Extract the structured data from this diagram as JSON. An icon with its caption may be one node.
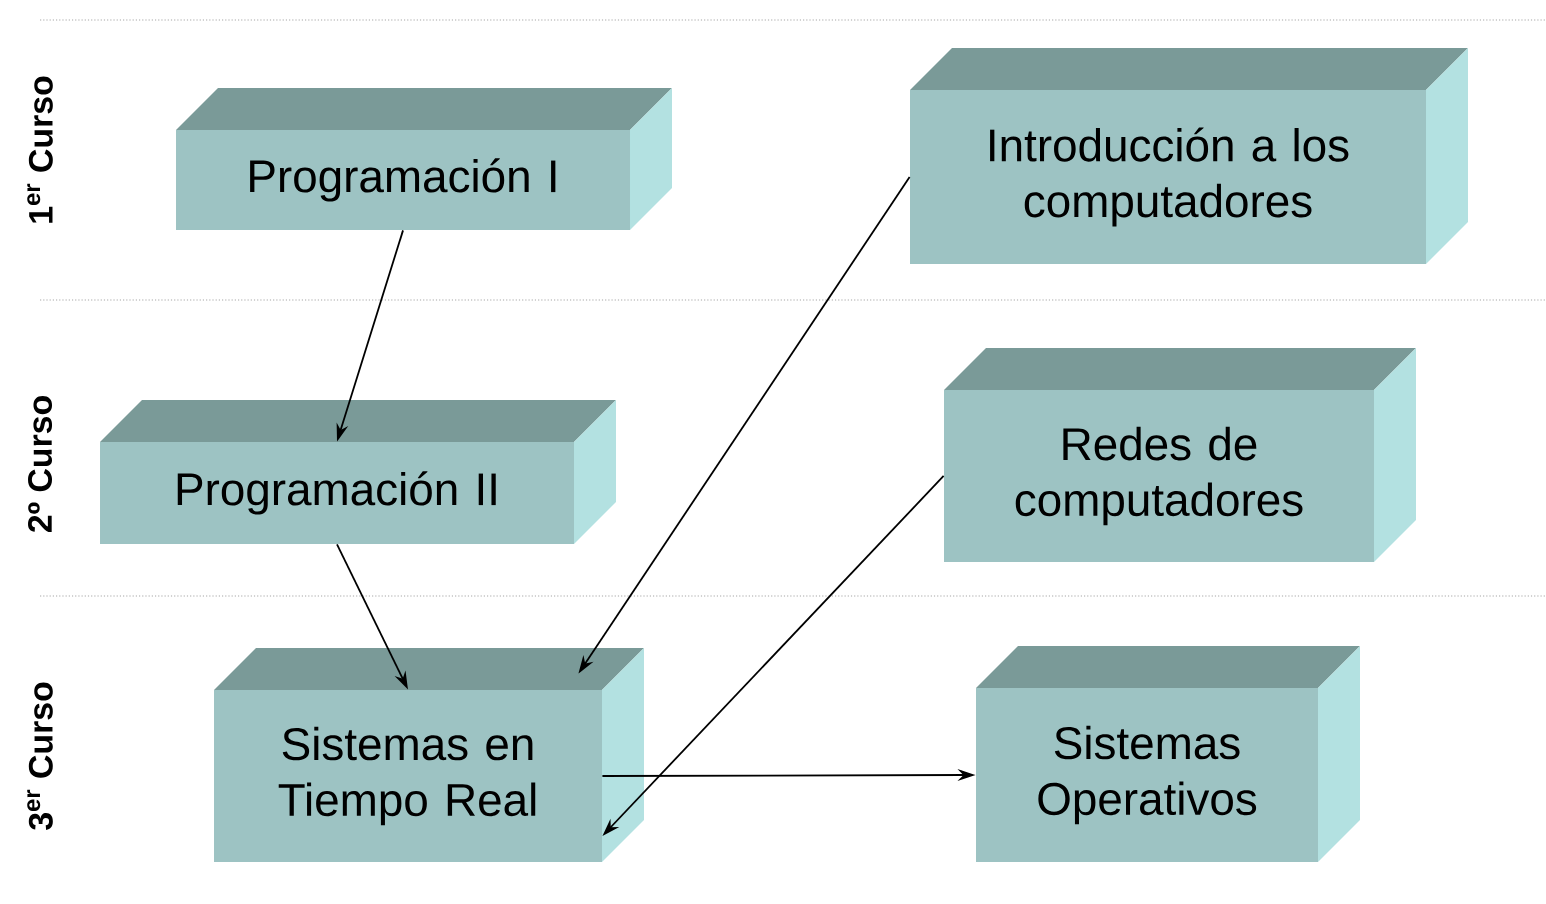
{
  "diagram": {
    "nodes": [
      {
        "text": [
          "Programación I"
        ]
      },
      {
        "text": [
          "Introducción a los computadores"
        ]
      },
      {
        "text": [
          "Programación II"
        ]
      },
      {
        "text": [
          "Redes de computadores"
        ]
      },
      {
        "text": [
          "Sistemas en Tiempo Real"
        ]
      },
      {
        "text": [
          "Sistemas Operativos"
        ]
      }
    ],
    "edges": [
      {
        "from": 0,
        "to": 2,
        "arrow": "to"
      },
      {
        "from": 2,
        "to": 4,
        "arrow": "to"
      },
      {
        "from": 1,
        "to": 4,
        "arrow": "to"
      },
      {
        "from": 3,
        "to": 4,
        "arrow": "to"
      },
      {
        "from": 4,
        "to": 5,
        "arrow": "to"
      }
    ],
    "labels": [
      "1$^{er}$ Curso",
      "2º Curso",
      "3$^{er}$ Curso"
    ]
  }
}
